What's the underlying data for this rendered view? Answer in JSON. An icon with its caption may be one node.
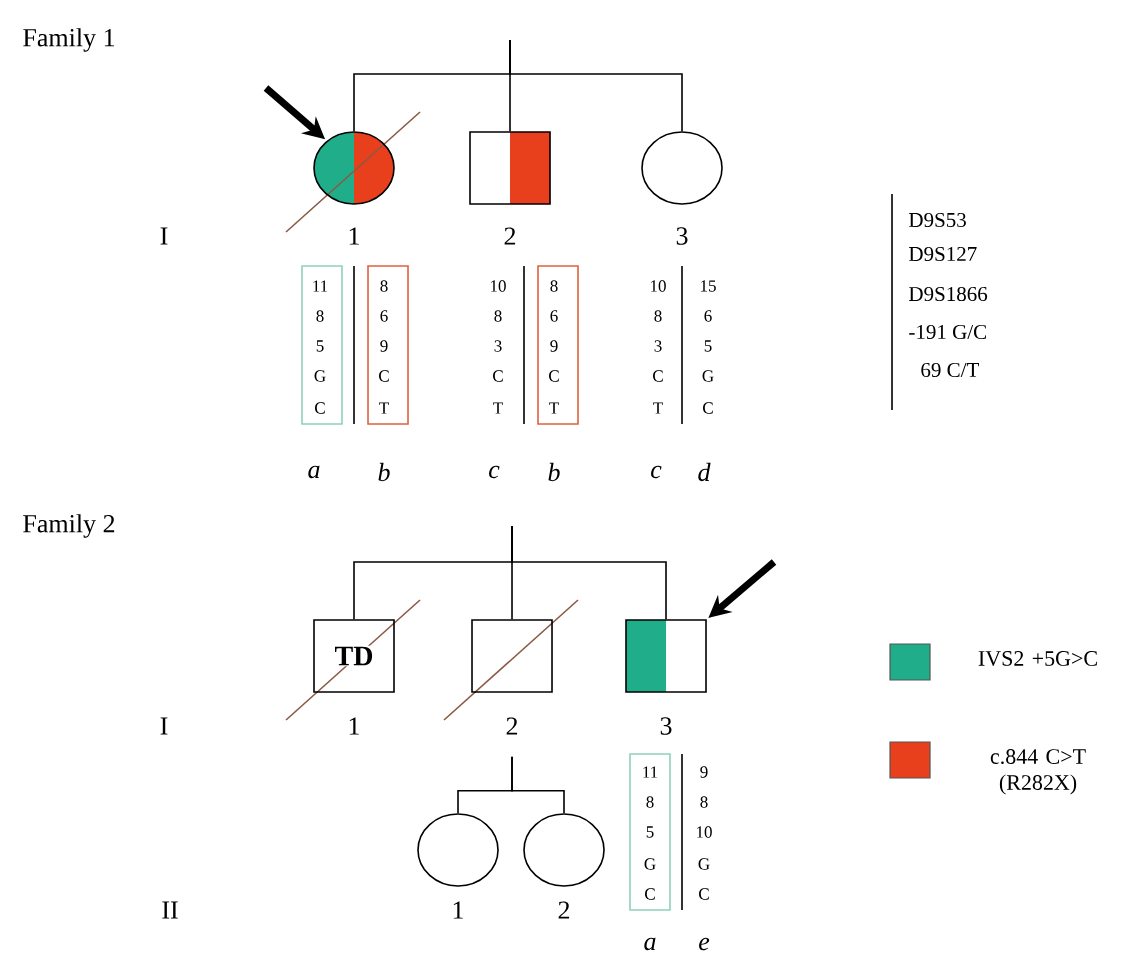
{
  "diagram": {
    "nodes": [
      {
        "text": [],
        "shape": "circle",
        "beside": [
          "1"
        ]
      },
      {
        "text": [],
        "shape": "box",
        "beside": [
          "2"
        ]
      },
      {
        "text": [],
        "shape": "circle",
        "beside": [
          "3"
        ]
      },
      {
        "text": [
          "TD"
        ],
        "beside": [
          "1"
        ]
      },
      {
        "text": [],
        "shape": "box",
        "beside": [
          "2"
        ]
      },
      {
        "text": [],
        "shape": "box",
        "beside": [
          "3"
        ]
      },
      {
        "text": [],
        "shape": "circle",
        "beside": [
          "1"
        ]
      },
      {
        "text": [],
        "shape": "circle",
        "beside": [
          "2"
        ]
      }
    ],
    "edges": [
      {
        "from": null,
        "to": 0,
        "arrow": "none"
      },
      {
        "from": null,
        "to": 1,
        "arrow": "none"
      },
      {
        "from": null,
        "to": 2,
        "arrow": "none"
      },
      {
        "from": null,
        "to": 0,
        "arrow": "to",
        "style": "thick"
      },
      {
        "from": null,
        "to": 3,
        "arrow": "none"
      },
      {
        "from": null,
        "to": 4,
        "arrow": "none"
      },
      {
        "from": null,
        "to": 5,
        "arrow": "none"
      },
      {
        "from": null,
        "to": 5,
        "arrow": "to",
        "style": "thick"
      },
      {
        "from": 4,
        "to": 6,
        "arrow": "none"
      },
      {
        "from": 4,
        "to": 7,
        "arrow": "none"
      }
    ],
    "labels": [
      "Family 1",
      "I",
      "11",
      "8",
      "10",
      "8",
      "10",
      "15",
      "8",
      "6",
      "8",
      "6",
      "8",
      "6",
      "5",
      "9",
      "3",
      "9",
      "3",
      "5",
      "G",
      "C",
      "C",
      "C",
      "C",
      "G",
      "C",
      "T",
      "T",
      "T",
      "T",
      "C",
      "a",
      "b",
      "c",
      "b",
      "c",
      "d",
      "D9S53",
      "D9S127",
      "D9S1866",
      "-191 G/C",
      "69 C/T",
      "Family 2",
      "I",
      "II",
      "11",
      "9",
      "8",
      "8",
      "5",
      "10",
      "G",
      "G",
      "C",
      "C",
      "a",
      "e"
    ],
    "legend": [
      {
        "text": "IVS2 +5G>C",
        "color": "#1fad8a"
      },
      {
        "text": "c.844 C>T (R282X)",
        "color": "#e8401c"
      }
    ]
  }
}
